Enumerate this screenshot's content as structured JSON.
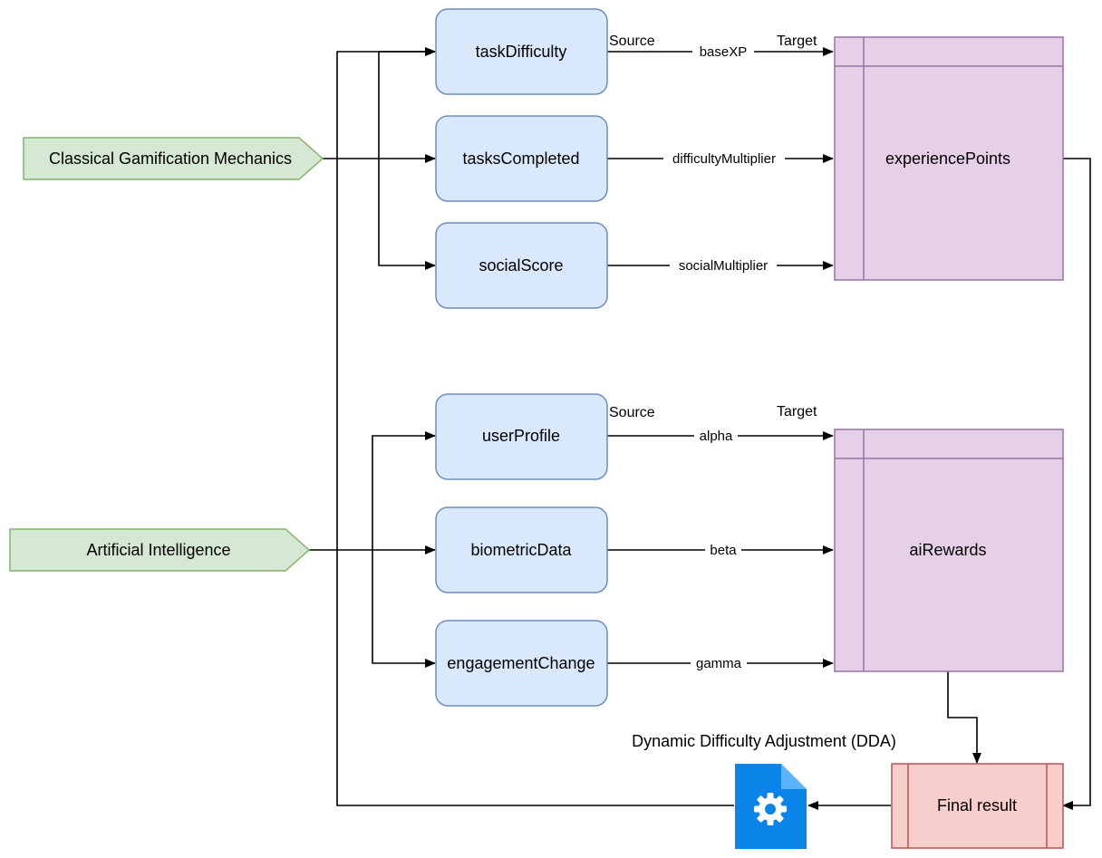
{
  "sources": {
    "gamification": "Classical Gamification Mechanics",
    "ai": "Artificial Intelligence"
  },
  "inputs": {
    "task_difficulty": "taskDifficulty",
    "tasks_completed": "tasksCompleted",
    "social_score": "socialScore",
    "user_profile": "userProfile",
    "biometric_data": "biometricData",
    "engagement_change": "engagementChange"
  },
  "edges": {
    "base_xp": "baseXP",
    "difficulty_multiplier": "difficultyMultiplier",
    "social_multiplier": "socialMultiplier",
    "alpha": "alpha",
    "beta": "beta",
    "gamma": "gamma"
  },
  "group_labels": {
    "source_top": "Source",
    "target_top": "Target",
    "source_bottom": "Source",
    "target_bottom": "Target"
  },
  "outputs": {
    "experience_points": "experiencePoints",
    "ai_rewards": "aiRewards",
    "final_result": "Final result"
  },
  "dda_label": "Dynamic Difficulty Adjustment (DDA)",
  "icons": {
    "dda": "settings-document-icon"
  },
  "colors": {
    "input_fill": "#dae8fc",
    "input_stroke": "#6c8ebf",
    "source_fill": "#d5e8d4",
    "source_stroke": "#82b366",
    "output_fill": "#e6d0e8",
    "output_stroke": "#9673a6",
    "final_fill": "#f8cecc",
    "final_stroke": "#b85450",
    "icon_blue": "#0a84e8"
  }
}
